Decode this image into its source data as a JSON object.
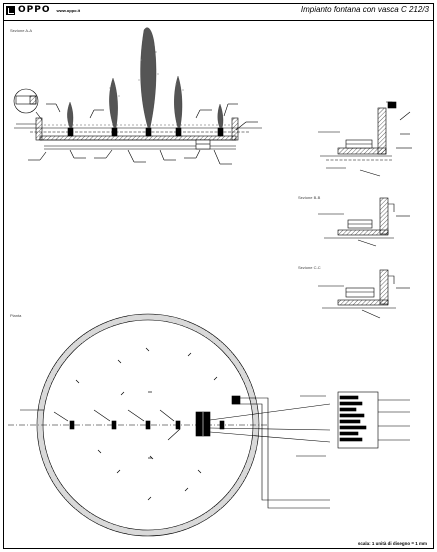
{
  "header": {
    "brand": "OPPO",
    "site": "www.oppo.it",
    "title": "Impianto fontana con vasca C 212/3"
  },
  "sections": {
    "aa": "Sezione A-A",
    "bb": "Sezione B-B",
    "cc": "Sezione C-C",
    "plan": "Pianta"
  },
  "footer": {
    "scale": "scala: 1 unità di disegno = 1 mm"
  }
}
